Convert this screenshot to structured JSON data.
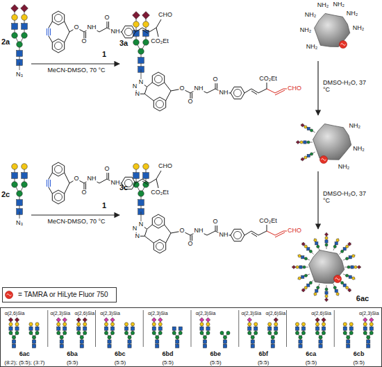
{
  "diagram": {
    "nodes": [
      {
        "text": [
          "= TAMRA or HiLyte Fluor 750"
        ]
      },
      {
        "text": [
          "α(2,6)Sia",
          "6ac",
          "(8:2); (5:5); (3:7)",
          "α(2,3)Sia",
          "α(2,6)Sia",
          "6ba",
          "(5:5)",
          "α(2,3)Sia",
          "6bc",
          "(5:5)",
          "α(2,3)Sia",
          "6bd",
          "(5:5)",
          "α(2,3)Sia",
          "6be",
          "(5:5)",
          "α(2,3)Sia",
          "α(2,6)Sia",
          "6bf",
          "(5:5)",
          "α(2,6)Sia",
          "6ca",
          "(5:5)",
          "α(2,3)Sia",
          "6cb",
          "(5:5)"
        ]
      }
    ],
    "labels": [
      "2a",
      "N₃",
      "O",
      "O",
      "NH",
      "O",
      "NH",
      "CHO",
      "CO₂Et",
      "1",
      "MeCN-DMSO, 70 °C",
      "3a",
      "N",
      "N",
      "N",
      "O",
      "O",
      "NH",
      "O",
      "NH",
      "CO₂Et",
      "CHO",
      "NH₂",
      "NH₂",
      "NH₂",
      "NH₂",
      "NH₂",
      "NH₂",
      "NH₂",
      "DMSO-H₂O, 37 °C",
      "NH₂",
      "NH₂",
      "NH₂",
      "2c",
      "N₃",
      "O",
      "O",
      "NH",
      "O",
      "NH",
      "CHO",
      "CO₂Et",
      "1",
      "MeCN-DMSO, 70 °C",
      "3c",
      "N",
      "N",
      "N",
      "O",
      "O",
      "NH",
      "O",
      "NH",
      "CO₂Et",
      "CHO",
      "DMSO-H₂O, 37 °C",
      "6ac"
    ]
  }
}
